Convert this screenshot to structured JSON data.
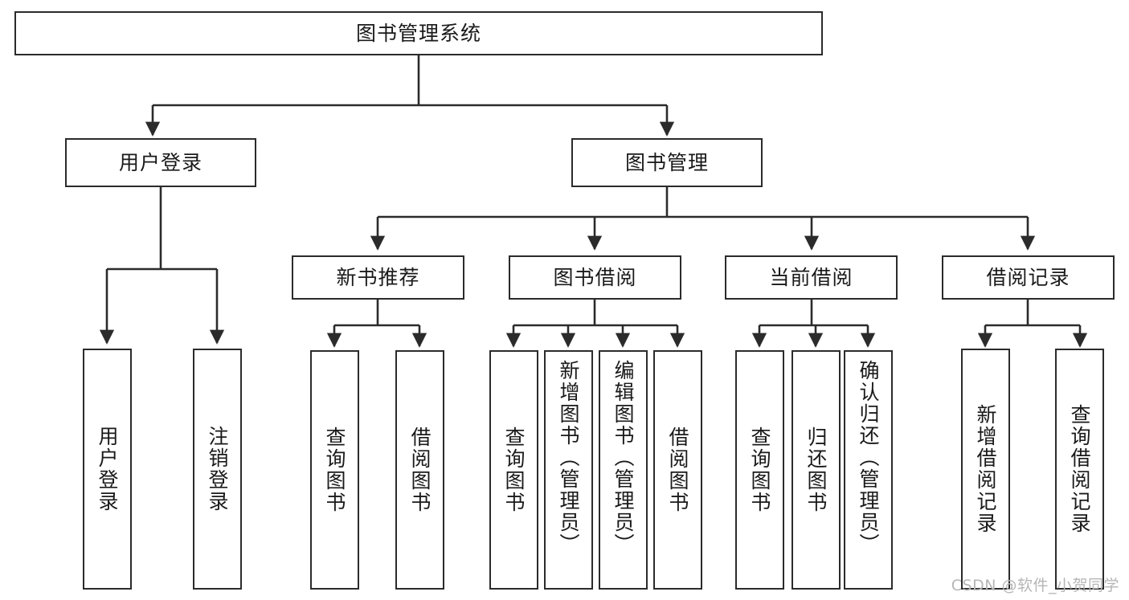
{
  "diagram": {
    "title": "图书管理系统",
    "type": "tree",
    "root": {
      "label": "图书管理系统"
    },
    "level2": [
      {
        "label": "用户登录"
      },
      {
        "label": "图书管理"
      }
    ],
    "level3": [
      {
        "label": "新书推荐"
      },
      {
        "label": "图书借阅"
      },
      {
        "label": "当前借阅"
      },
      {
        "label": "借阅记录"
      }
    ],
    "leaves": {
      "user_login": [
        {
          "label": "用户登录"
        },
        {
          "label": "注销登录"
        }
      ],
      "new_book_recommend": [
        {
          "label": "查询图书"
        },
        {
          "label": "借阅图书"
        }
      ],
      "book_borrow": [
        {
          "label": "查询图书"
        },
        {
          "label": "新增图书（管理员）"
        },
        {
          "label": "编辑图书（管理员）"
        },
        {
          "label": "借阅图书"
        }
      ],
      "current_borrow": [
        {
          "label": "查询图书"
        },
        {
          "label": "归还图书"
        },
        {
          "label": "确认归还（管理员）"
        }
      ],
      "borrow_record": [
        {
          "label": "新增借阅记录"
        },
        {
          "label": "查询借阅记录"
        }
      ]
    }
  },
  "watermark": {
    "text": "CSDN @软件_小贺同学"
  },
  "colors": {
    "stroke": "#2b2b2b",
    "background": "#ffffff",
    "text": "#1a1a1a",
    "watermark": "#b6b6b6"
  }
}
